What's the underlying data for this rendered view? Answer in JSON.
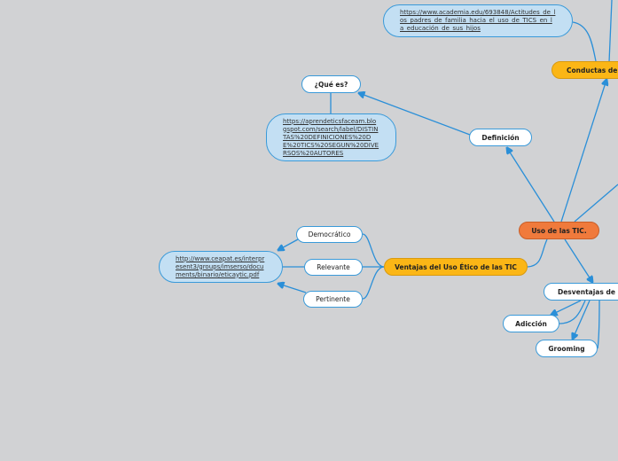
{
  "nodes": {
    "central": "Uso de las TIC.",
    "conductas": "Conductas de l",
    "url_academia": "https://www.academia.edu/693848/Actitudes_de_los_padres_de_familia_hacia_el_uso_de_TICS_en_la_educación_de_sus_hijos",
    "definicion": "Definición",
    "que_es": "¿Qué es?",
    "url_aprende": "https://aprendeticsfaceam.blogspot.com/search/label/DISTINTAS%20DEFINICIONES%20DE%20TICS%20SEGUN%20DIVERSOS%20AUTORES",
    "ventajas": "Ventajas del Uso Ético de las TIC",
    "democratico": "Democrático",
    "relevante": "Relevante",
    "pertinente": "Pertinente",
    "url_ceapat": "http://www.ceapat.es/interpresent3/groups/imserso/documents/binario/eticaytic.pdf",
    "desventajas": "Desventajas de la",
    "adiccion": "Adicción",
    "grooming": "Grooming"
  },
  "colors": {
    "line": "#2a8fd8",
    "main": "#f07a3c",
    "topic": "#fbb616",
    "link_bg": "#c3dff3"
  }
}
